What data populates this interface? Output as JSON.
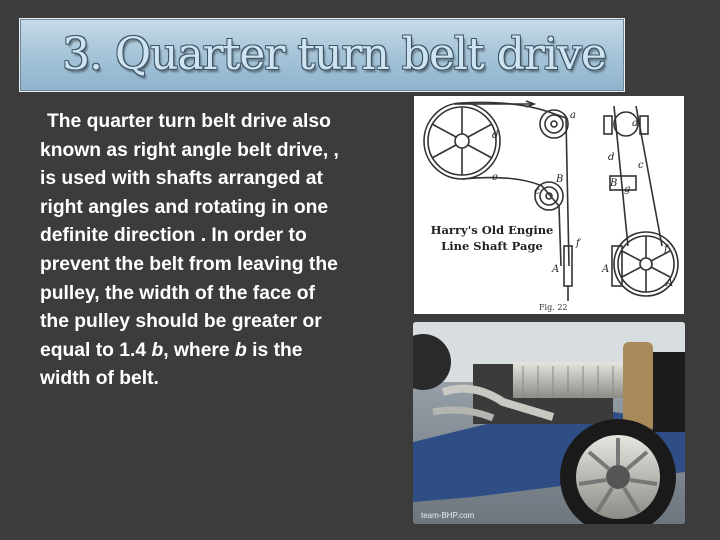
{
  "slide": {
    "title": "3. Quarter turn belt drive",
    "body_part1": "The quarter turn belt drive also known as right angle belt drive, , is used with shafts arranged at right angles and rotating in one definite direction . In order to prevent the belt from leaving the pulley, the width of the face of the pulley should be greater or equal to 1.4 ",
    "body_var1": "b",
    "body_part2": ", where ",
    "body_var2": "b",
    "body_part3": " is the width of belt."
  },
  "figure_diagram": {
    "caption_line1": "Harry's Old Engine",
    "caption_line2": "Line Shaft Page",
    "fig_label": "Fig. 22",
    "letters": [
      "d",
      "e",
      "B",
      "a",
      "c",
      "A",
      "f",
      "A",
      "a",
      "d",
      "c",
      "B",
      "g",
      "f",
      "A"
    ]
  },
  "figure_photo": {
    "watermark": "team-BHP.com"
  }
}
